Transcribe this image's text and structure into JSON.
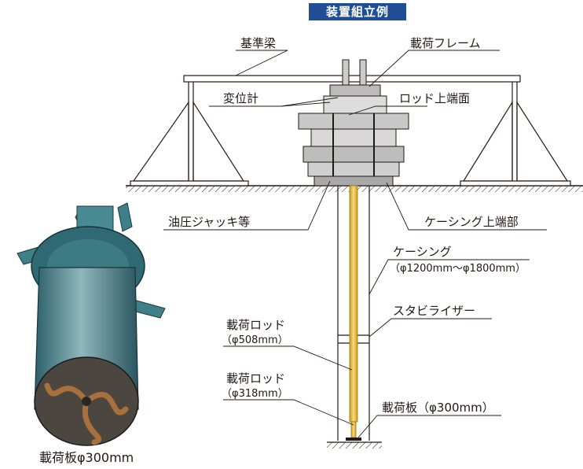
{
  "title": "装置組立例",
  "labels": {
    "kijunbari": "基準梁",
    "frame": "載荷フレーム",
    "henikei": "変位計",
    "rod_top": "ロッド上端面",
    "jack": "油圧ジャッキ等",
    "casing_top": "ケーシング上端部",
    "casing": "ケーシング",
    "casing_dia": "（φ1200mm～φ1800mm）",
    "stabilizer": "スタビライザー",
    "rod1": "載荷ロッド",
    "rod1_dia": "（φ508mm）",
    "rod2": "載荷ロッド",
    "rod2_dia": "（φ318mm）",
    "plate": "載荷板（φ300mm）"
  },
  "photo_caption": "載荷板φ300mm",
  "colors": {
    "title_bg": "#1f4e97",
    "line": "#231815",
    "rod": "#e8c24a",
    "steel": "#3d7a86"
  }
}
